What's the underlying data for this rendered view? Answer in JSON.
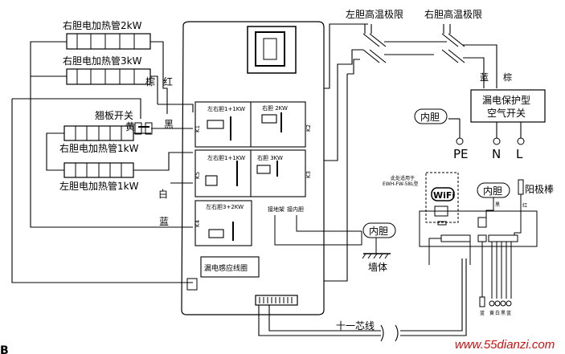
{
  "heaters": {
    "r2kw": "右胆电加热管2kW",
    "r3kw": "右胆电加热管3kW",
    "r1kw_a": "右胆电加热管1kW",
    "l1kw": "左胆电加热管1kW"
  },
  "switches": {
    "rocker": "翘板开关",
    "left_limit": "左胆高温极限",
    "right_limit": "右胆高温极限",
    "breaker_line1": "漏电保护型",
    "breaker_line2": "空气开关"
  },
  "wire_colors": {
    "brown": "棕",
    "red": "红",
    "black": "黑",
    "yellow": "黄",
    "white": "白",
    "blue": "蓝",
    "blue2": "蓝",
    "brown2": "棕"
  },
  "relays": {
    "k1_label": "左右胆1+1KW",
    "k1_id": "K1",
    "k2_label": "右胆 2KW",
    "k2_id": "K2",
    "k3_label": "左右胆1+1KW",
    "k3_id": "K3",
    "k3b_label": "右胆 3KW",
    "k4_label": "左右胆3+2KW",
    "k4_id": "K4"
  },
  "board": {
    "earth_left": "接地架",
    "earth_right": "接内胆",
    "leak_coil": "漏电感应线圈"
  },
  "terminals": {
    "pe": "PE",
    "n": "N",
    "l": "L",
    "inner_tank_top": "内胆",
    "inner_tank_mid": "内胆",
    "inner_tank_right": "内胆",
    "wall": "墙体",
    "anode": "阳极棒"
  },
  "wifi": {
    "note_line1": "此处适用于",
    "note_line2": "EWH-FW-58L型",
    "label": "WiFi"
  },
  "cable": "十一芯线",
  "bottom_colors": [
    "蓝",
    "黄",
    "白",
    "黑",
    "蓝"
  ],
  "corner_letter": "B",
  "watermark": "www.55dianzi.com"
}
